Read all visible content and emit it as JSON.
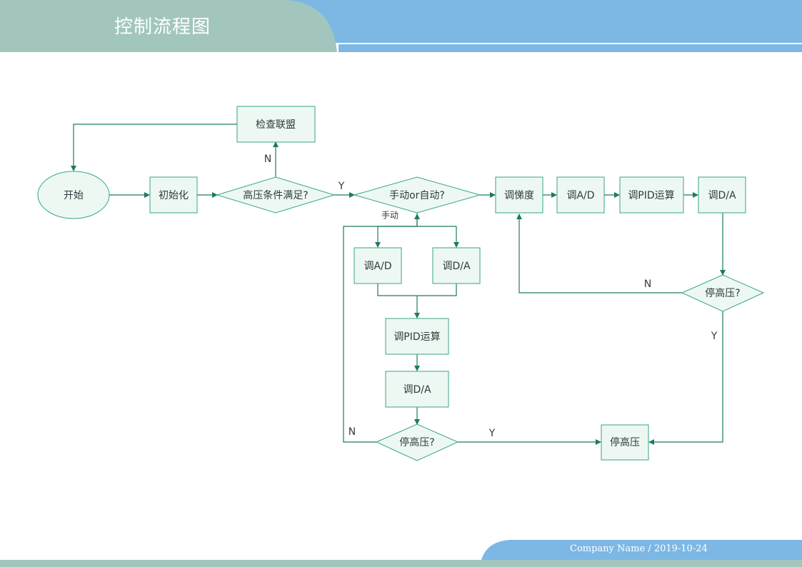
{
  "header": {
    "title": "控制流程图"
  },
  "footer": {
    "text": "Company Name / 2019-10-24"
  },
  "colors": {
    "header_left": "#a2c6bd",
    "header_right": "#7db8e5",
    "node_fill": "#eef8f3",
    "node_stroke": "#35a688",
    "edge": "#1e7a64"
  },
  "diagram": {
    "nodes": {
      "start": "开始",
      "init": "初始化",
      "check_interlock": "检查联盟",
      "hv_ok": "高压条件满足?",
      "mode": "手动or自动?",
      "adjust_ramp": "调悌度",
      "auto_ad": "调A/D",
      "auto_pid": "调PID运算",
      "auto_da": "调D/A",
      "auto_stop_hv": "停高压?",
      "man_ad": "调A/D",
      "man_da": "调D/A",
      "man_pid": "调PID运算",
      "man_da2": "调D/A",
      "man_stop_hv": "停高压?",
      "stop_hv": "停高压"
    },
    "edge_labels": {
      "hv_no": "N",
      "hv_yes": "Y",
      "manual": "手动",
      "auto_stop_no": "N",
      "auto_stop_yes": "Y",
      "man_stop_no": "N",
      "man_stop_yes": "Y"
    }
  }
}
